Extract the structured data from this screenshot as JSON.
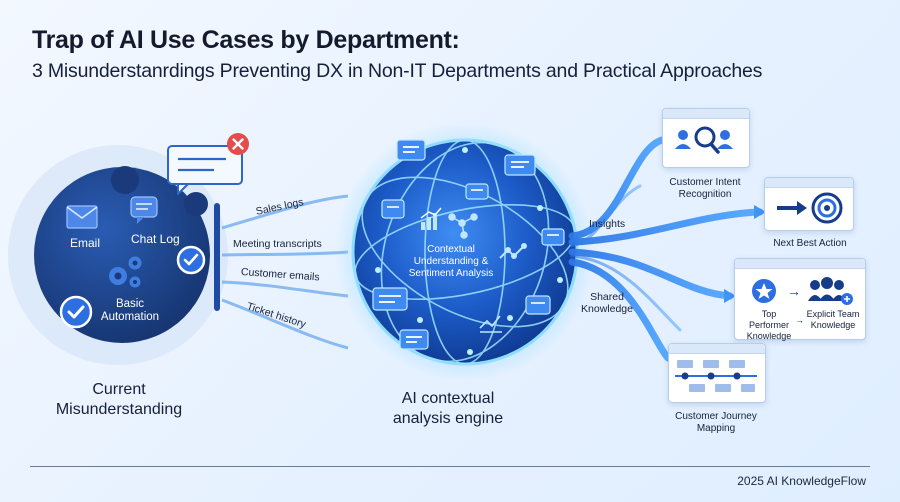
{
  "title": "Trap of AI Use Cases by Department:",
  "subtitle": "3 Misunderstanrdings Preventing DX in Non-IT Departments and Practical Approaches",
  "left": {
    "items": [
      "Email",
      "Chat Log",
      "Basic Automation"
    ],
    "caption": "Current Misunderstanding"
  },
  "streams": [
    "Sales logs",
    "Meeting transcripts",
    "Customer emails",
    "Ticket history"
  ],
  "engine": {
    "inner_label": "Contextual Understanding & Sentiment Analysis",
    "caption": "AI contextual analysis engine"
  },
  "flows": [
    "Insights",
    "Shared Knowledge"
  ],
  "outputs": [
    {
      "label": "Customer Intent Recognition"
    },
    {
      "label": "Next Best Action"
    },
    {
      "label": "Top Performer Knowledge → Explicit Team Knowledge",
      "left_label": "Top Performer Knowledge",
      "arrow": "→",
      "right_label": "Explicit Team Knowledge"
    },
    {
      "label": "Customer Journey Mapping"
    }
  ],
  "footer": "2025 AI KnowledgeFlow",
  "colors": {
    "primary": "#1f5fd0",
    "dark_navy": "#1c3f86",
    "error": "#e54b4b",
    "glow": "#6fd0ff"
  }
}
